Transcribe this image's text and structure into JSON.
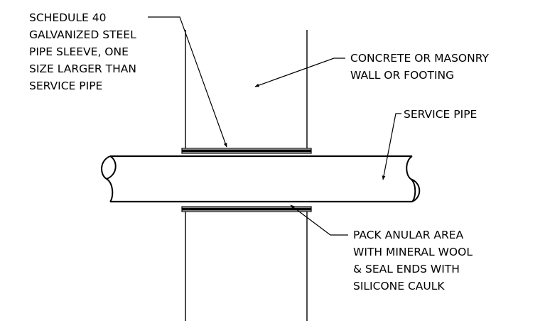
{
  "callouts": {
    "sleeve": {
      "lines": [
        "SCHEDULE 40",
        "GALVANIZED STEEL",
        "PIPE SLEEVE, ONE",
        "SIZE LARGER THAN",
        "SERVICE PIPE"
      ]
    },
    "wall": {
      "lines": [
        "CONCRETE OR MASONRY",
        "WALL OR FOOTING"
      ]
    },
    "service_pipe": {
      "lines": [
        "SERVICE PIPE"
      ]
    },
    "packing": {
      "lines": [
        "PACK ANULAR AREA",
        "WITH MINERAL WOOL",
        "& SEAL ENDS WITH",
        "SILICONE CAULK"
      ]
    }
  },
  "colors": {
    "ink": "#000000",
    "background": "#ffffff"
  }
}
